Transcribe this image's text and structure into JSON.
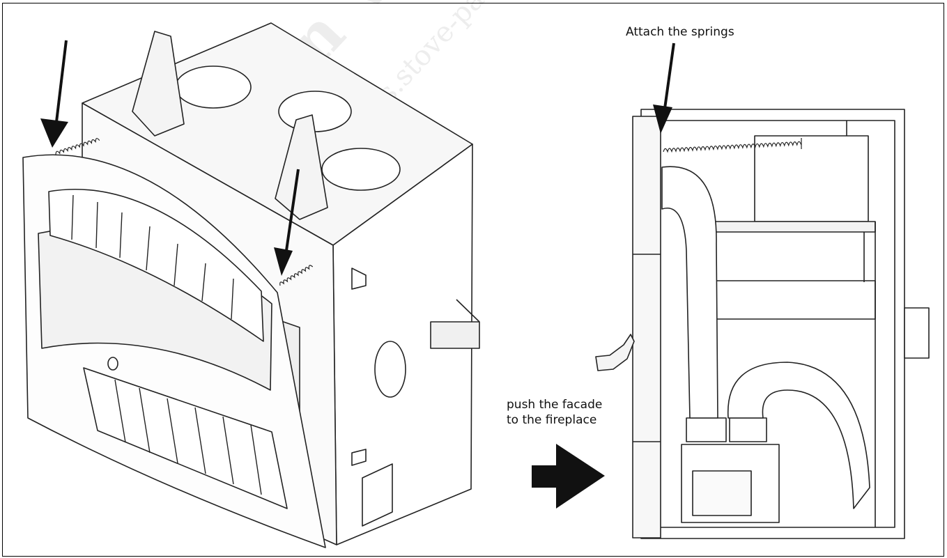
{
  "labels": {
    "springs": "Attach the springs",
    "push_line1": "push the facade",
    "push_line2": "to the fireplace"
  },
  "watermark": {
    "brand": "Mountain View",
    "site": "manuals.stove-parts"
  },
  "colors": {
    "ink": "#111111",
    "line": "#222222",
    "fill_light": "#f4f4f4",
    "fill_shade": "#dcdcdc",
    "background": "#ffffff"
  }
}
